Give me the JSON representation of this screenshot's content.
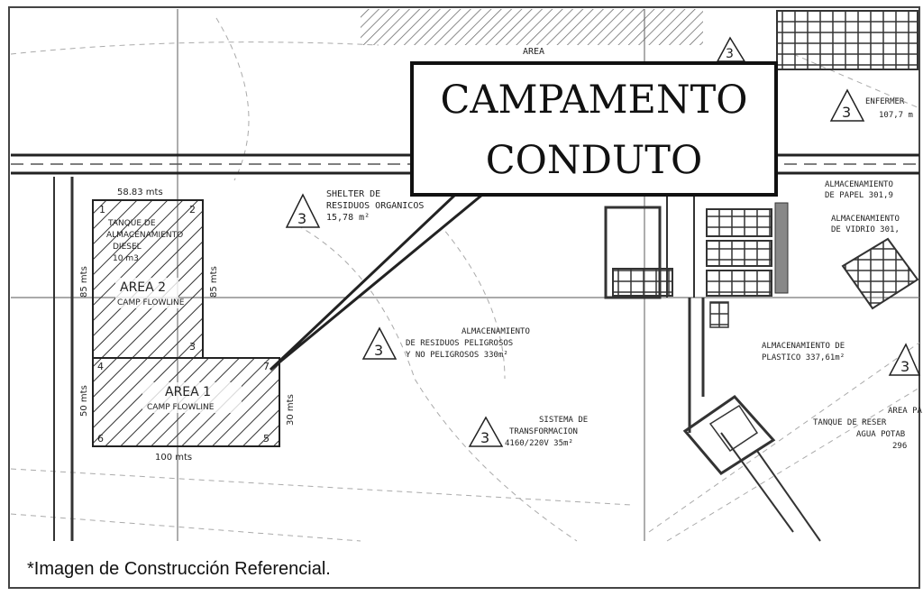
{
  "callout": {
    "line1": "CAMPAMENTO",
    "line2": "CONDUTO"
  },
  "areas": {
    "area2": {
      "title": "AREA 2",
      "subtitle": "CAMP FLOWLINE",
      "desc1": "TANQUE DE",
      "desc2": "ALMACENAMIENTO",
      "desc3": "DIESEL",
      "desc4": "10 m3"
    },
    "area1": {
      "title": "AREA 1",
      "subtitle": "CAMP FLOWLINE"
    }
  },
  "dimensions": {
    "top_width": "58.83 mts",
    "left_height": "85 mts",
    "right_height": "85 mts",
    "lower_left_height": "50 mts",
    "lower_right_height": "30 mts",
    "bottom_width": "100 mts"
  },
  "vertex_labels": [
    "1",
    "2",
    "3",
    "4",
    "5",
    "6",
    "7"
  ],
  "features": {
    "shelter": {
      "marker": "3",
      "line1": "SHELTER DE",
      "line2": "RESIDUOS ORGANICOS",
      "line3": "15,78 m²"
    },
    "peligrosos": {
      "marker": "3",
      "line1": "ALMACENAMIENTO",
      "line2": "DE RESIDUOS PELIGROSOS",
      "line3": "Y NO PELIGROSOS 330m²"
    },
    "transformacion": {
      "marker": "3",
      "line1": "SISTEMA DE",
      "line2": "TRANSFORMACION",
      "line3": "4160/220V 35m²"
    },
    "plastico": {
      "marker": "3",
      "line1": "ALMACENAMIENTO DE",
      "line2": "PLASTICO 337,61m²"
    },
    "papel": {
      "line1": "ALMACENAMIENTO",
      "line2": "DE PAPEL 301,9",
      "line3": "ALMACENAMIENTO",
      "line4": "DE VIDRIO 301,"
    },
    "enfermeria": {
      "marker": "3",
      "line1": "ENFERMER",
      "line2": "107,7 m"
    },
    "tanque": {
      "line1": "AREA PA",
      "line2": "TANQUE DE RESER",
      "line3": "AGUA POTAB",
      "line4": "296"
    },
    "area_top": {
      "line1": "AREA",
      "marker": "3"
    },
    "right_marker": "3"
  },
  "caption": "*Imagen de Construcción Referencial."
}
